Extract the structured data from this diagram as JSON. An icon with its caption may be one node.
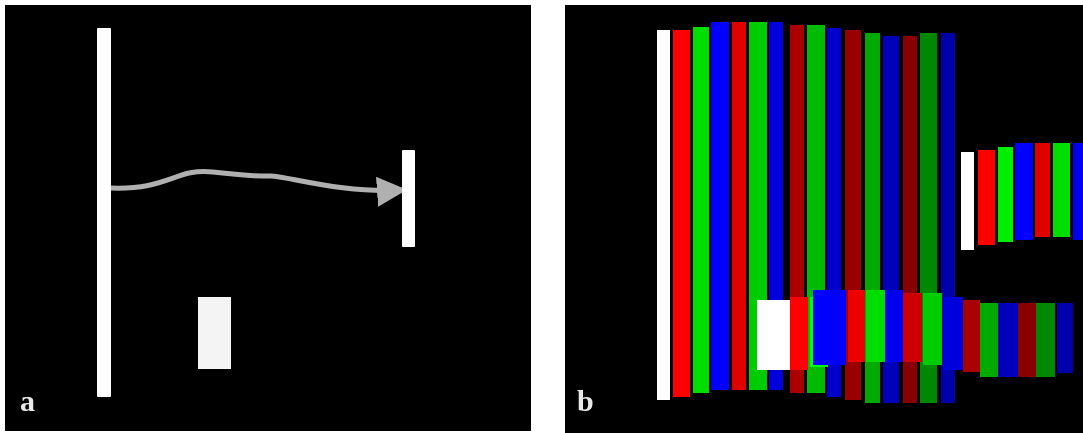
{
  "diagram": {
    "nodes": [
      {
        "text": [],
        "shape": "bar"
      },
      {
        "text": [],
        "shape": "bar"
      },
      {
        "text": [],
        "shape": "box"
      }
    ],
    "edges": [
      {
        "from": 0,
        "to": 1,
        "arrow": "to"
      }
    ],
    "labels": [
      "a",
      "b"
    ]
  }
}
